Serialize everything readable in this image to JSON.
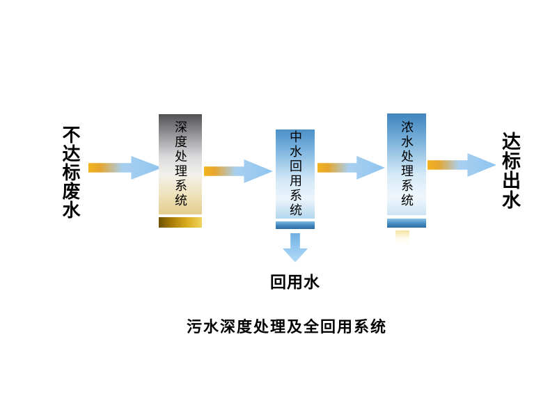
{
  "title": "污水深度处理及全回用系统",
  "flow": {
    "source_label": "不达标废水",
    "stages": [
      {
        "label": "深度处理系统",
        "theme": "gold"
      },
      {
        "label": "中水回用系统",
        "theme": "blue"
      },
      {
        "label": "浓水处理系统",
        "theme": "blue"
      }
    ],
    "branch_label": "回用水",
    "output_label": "达标出水"
  },
  "colors": {
    "background": "#ffffff",
    "text": "#000000",
    "arrow_gold": "#ebaa23",
    "arrow_blue": "#8fc5ef",
    "stage1_top_gray": "#515154",
    "stage1_bar_gold": "#c89a10",
    "stage_blue": "#4a90c8",
    "stage_bar_blue": "#2d6ea6"
  }
}
